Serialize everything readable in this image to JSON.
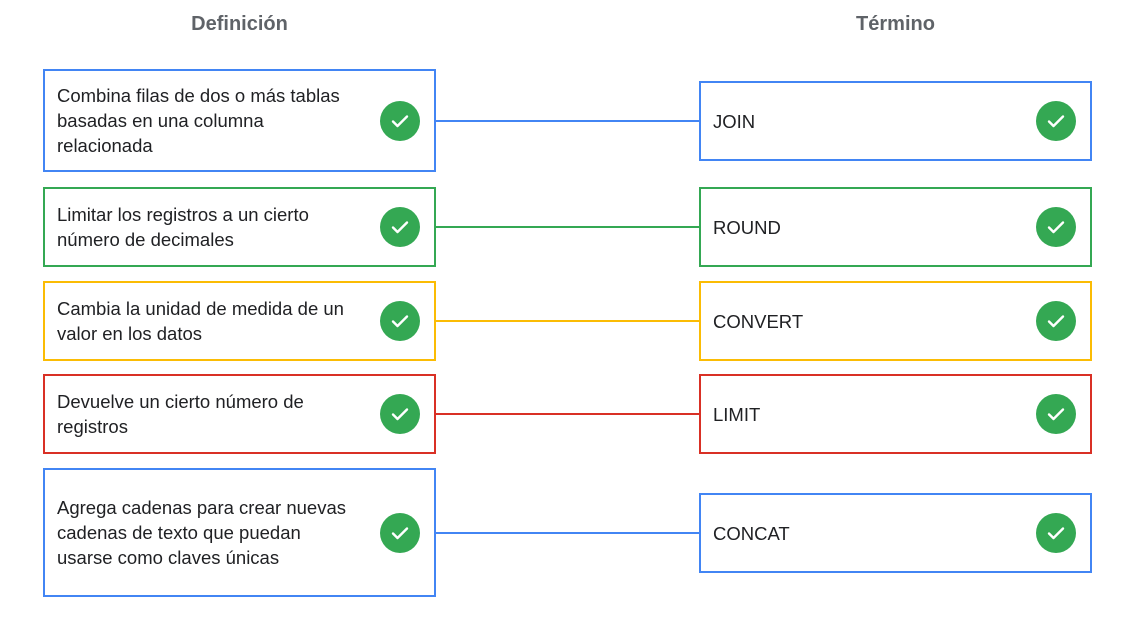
{
  "headers": {
    "definition": "Definición",
    "term": "Término"
  },
  "colors": {
    "blue": "#4285f4",
    "green": "#34a853",
    "yellow": "#fbbc04",
    "red": "#d93025",
    "check": "#34a853"
  },
  "pairs": [
    {
      "definition": "Combina filas de dos o más tablas basadas en una columna relacionada",
      "term": "JOIN",
      "color": "blue",
      "matched": true,
      "icon": "check-circle-icon"
    },
    {
      "definition": "Limitar los registros a un cierto número de decimales",
      "term": "ROUND",
      "color": "green",
      "matched": true,
      "icon": "check-circle-icon"
    },
    {
      "definition": "Cambia la unidad de medida de un valor en los datos",
      "term": "CONVERT",
      "color": "yellow",
      "matched": true,
      "icon": "check-circle-icon"
    },
    {
      "definition": "Devuelve un cierto número de registros",
      "term": "LIMIT",
      "color": "red",
      "matched": true,
      "icon": "check-circle-icon"
    },
    {
      "definition": "Agrega cadenas para crear nuevas cadenas de texto que puedan usarse como claves únicas",
      "term": "CONCAT",
      "color": "blue",
      "matched": true,
      "icon": "check-circle-icon"
    }
  ]
}
